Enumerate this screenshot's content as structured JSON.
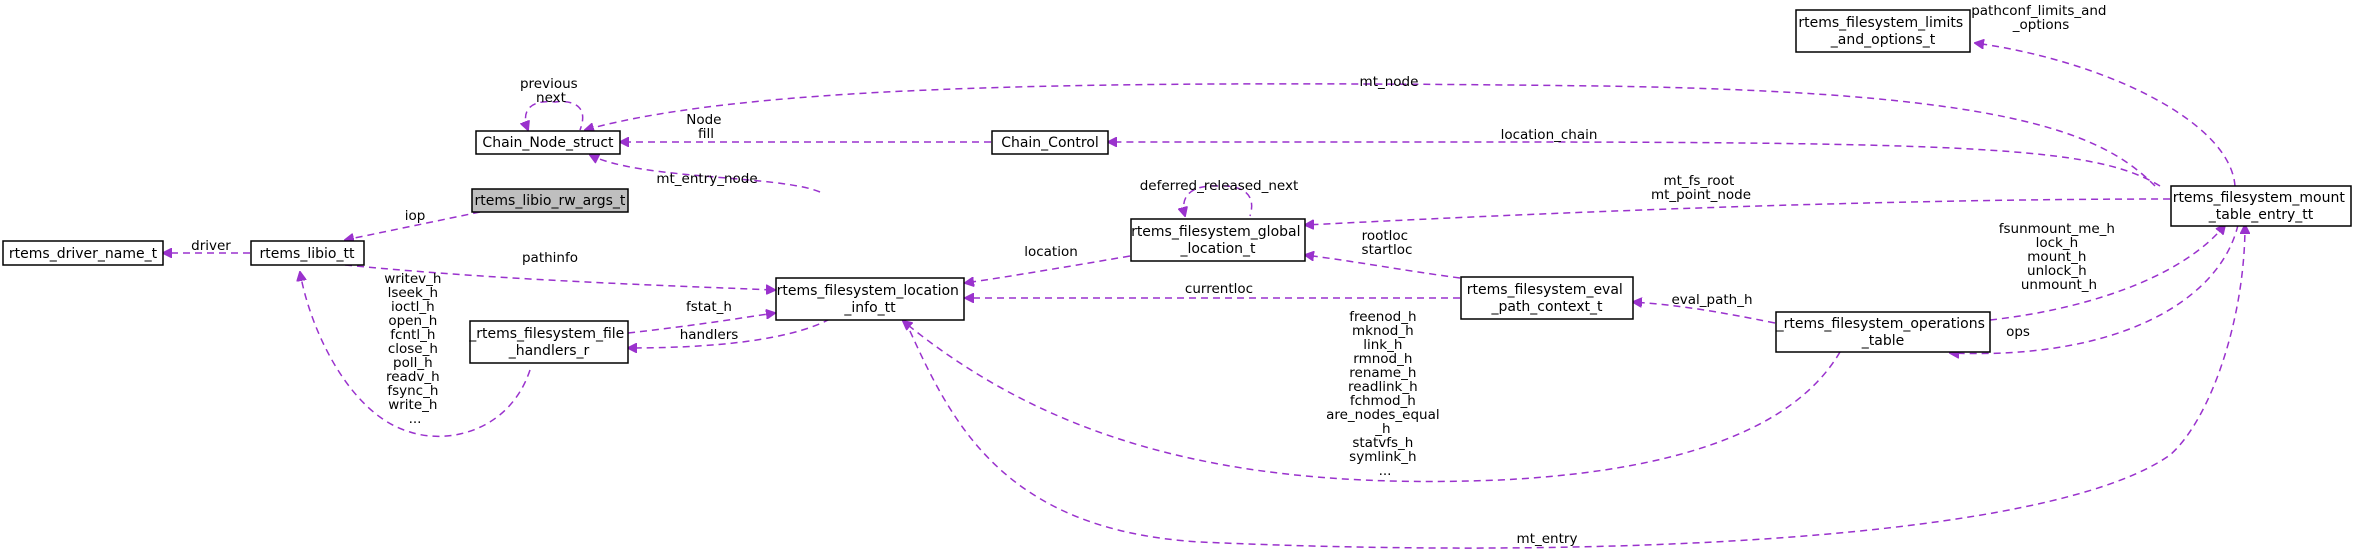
{
  "nodes": {
    "rw_args": "rtems_libio_rw_args_t",
    "chain_node": "Chain_Node_struct",
    "chain_control": "Chain_Control",
    "libio": "rtems_libio_tt",
    "driver_name": "rtems_driver_name_t",
    "location_info": [
      "rtems_filesystem_location",
      "_info_tt"
    ],
    "file_handlers": [
      "_rtems_filesystem_file",
      "_handlers_r"
    ],
    "global_location": [
      "rtems_filesystem_global",
      "_location_t"
    ],
    "eval_path": [
      "rtems_filesystem_eval",
      "_path_context_t"
    ],
    "operations_table": [
      "_rtems_filesystem_operations",
      "_table"
    ],
    "limits": [
      "rtems_filesystem_limits",
      "_and_options_t"
    ],
    "mount_table": [
      "rtems_filesystem_mount",
      "_table_entry_tt"
    ]
  },
  "edge_labels": {
    "chain_self": [
      "previous",
      "next"
    ],
    "chain_control": [
      "Node",
      "fill"
    ],
    "mt_node": "mt_node",
    "location_chain": "location_chain",
    "pathconf": [
      "pathconf_limits_and",
      "_options"
    ],
    "mt_entry_node": "mt_entry_node",
    "iop": "iop",
    "driver": "driver",
    "pathinfo": "pathinfo",
    "deferred": "deferred_released_next",
    "location": "location",
    "mt_fs_root": [
      "mt_fs_root",
      "mt_point_node"
    ],
    "rootloc": [
      "rootloc",
      "startloc"
    ],
    "currentloc": "currentloc",
    "fstat": "fstat_h",
    "handlers": "handlers",
    "eval_path_h": "eval_path_h",
    "ops": "ops",
    "fsunmount": [
      "fsunmount_me_h",
      "lock_h",
      "mount_h",
      "unlock_h",
      "unmount_h"
    ],
    "handlers_list": [
      "writev_h",
      "lseek_h",
      "ioctl_h",
      "open_h",
      "fcntl_h",
      "close_h",
      "poll_h",
      "readv_h",
      "fsync_h",
      "write_h",
      "..."
    ],
    "ops_list": [
      "freenod_h",
      "mknod_h",
      "link_h",
      "rmnod_h",
      "rename_h",
      "readlink_h",
      "fchmod_h",
      "are_nodes_equal",
      "_h",
      "statvfs_h",
      "symlink_h",
      "..."
    ],
    "mt_entry": "mt_entry"
  },
  "colors": {
    "edge": "#9a32cd",
    "node_border": "#000000",
    "highlight_fill": "#bfbfbf"
  }
}
